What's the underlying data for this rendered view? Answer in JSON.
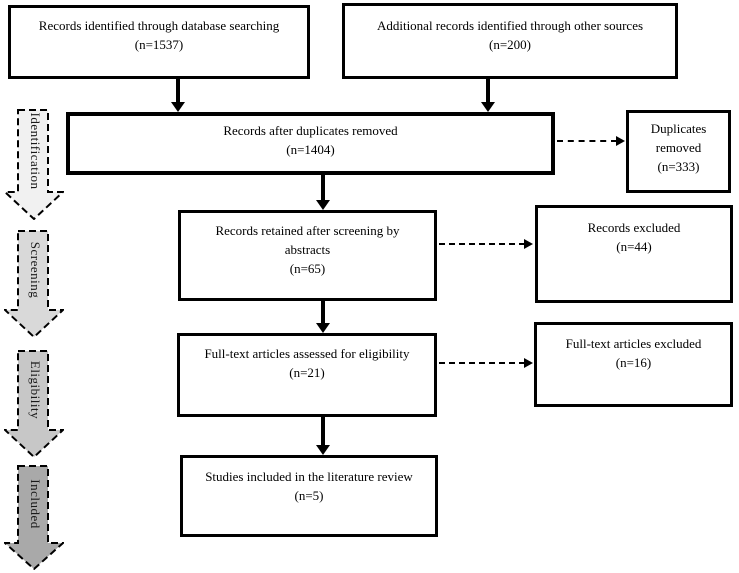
{
  "diagram": {
    "type": "prisma-flow",
    "boxes": {
      "database_search": {
        "lines": [
          "Records identified through database searching"
        ],
        "count": "(n=1537)"
      },
      "other_sources": {
        "lines": [
          "Additional records identified through other sources"
        ],
        "count": "(n=200)"
      },
      "after_duplicates": {
        "lines": [
          "Records after duplicates removed"
        ],
        "count": "(n=1404)"
      },
      "duplicates_removed": {
        "lines": [
          "Duplicates",
          "removed"
        ],
        "count": "(n=333)"
      },
      "screened_abstracts": {
        "lines": [
          "Records retained after screening by",
          "abstracts"
        ],
        "count": "(n=65)"
      },
      "records_excluded": {
        "lines": [
          "Records excluded"
        ],
        "count": "(n=44)"
      },
      "fulltext_assessed": {
        "lines": [
          "Full-text articles assessed for eligibility"
        ],
        "count": "(n=21)"
      },
      "fulltext_excluded": {
        "lines": [
          "Full-text articles excluded"
        ],
        "count": "(n=16)"
      },
      "studies_included": {
        "lines": [
          "Studies included in the literature review"
        ],
        "count": "(n=5)"
      }
    },
    "stages": {
      "identification": {
        "label": "Identification",
        "color": "#f1f1f1"
      },
      "screening": {
        "label": "Screening",
        "color": "#d9d9d9"
      },
      "eligibility": {
        "label": "Eligibility",
        "color": "#c7c7c7"
      },
      "included": {
        "label": "Included",
        "color": "#a9a9a9"
      }
    },
    "colors": {
      "border": "#000000",
      "background": "#ffffff",
      "text": "#000000"
    }
  }
}
